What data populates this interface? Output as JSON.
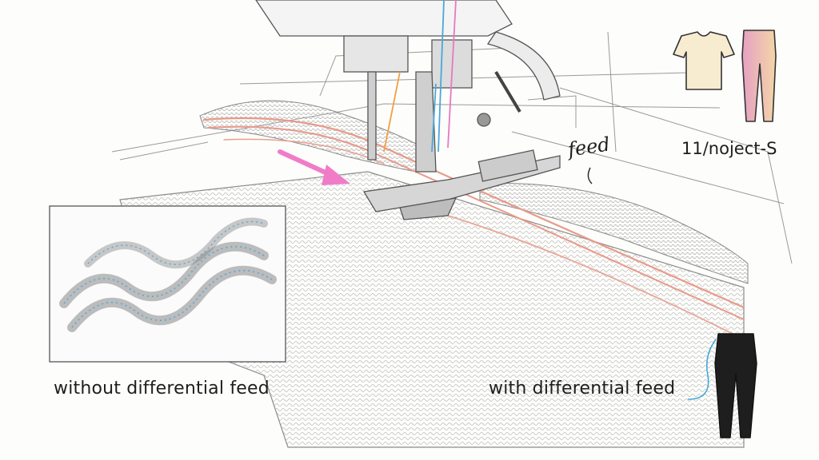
{
  "labels": {
    "without": "without differential feed",
    "with": "with differential feed",
    "feed": "feed",
    "projects": "11/noject-S"
  },
  "icons": {
    "tshirt": "tshirt-icon",
    "leggings_pink": "leggings-icon",
    "leggings_black": "black-leggings-icon",
    "arrow": "feed-direction-arrow"
  },
  "colors": {
    "arrow": "#f07cc8",
    "stitch_line": "#e89a88",
    "thread_blue": "#4aa8d8",
    "thread_pink": "#e878c0",
    "thread_orange": "#f0a040",
    "tshirt_fill": "#f8ecd0",
    "leggings_fill": "#e8a8c8",
    "black_leggings": "#1e1e1e"
  }
}
